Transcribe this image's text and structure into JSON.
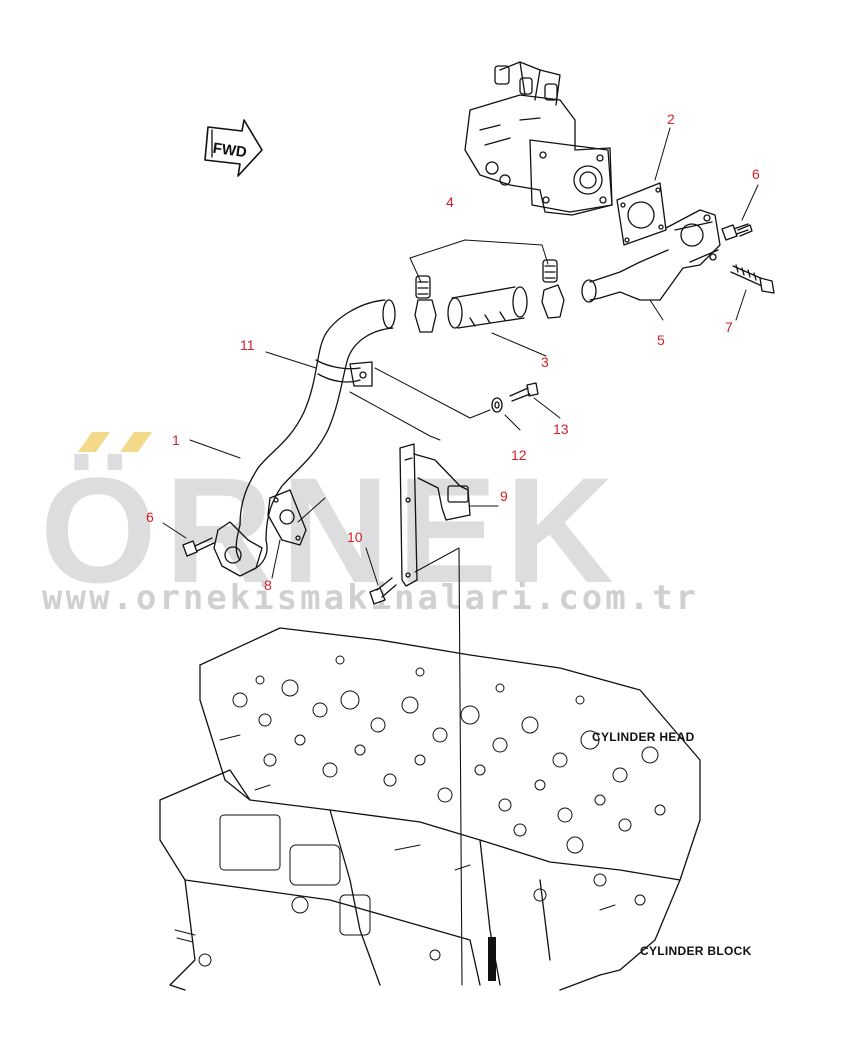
{
  "watermark": {
    "brand": "ÖRNEK",
    "url": "www.ornekismakinalari.com.tr",
    "dot_color": "#f3d98a"
  },
  "direction_arrow": {
    "text": "FWD"
  },
  "callouts": [
    "1",
    "2",
    "3",
    "4",
    "5",
    "6",
    "6",
    "7",
    "8",
    "9",
    "10",
    "11",
    "12",
    "13"
  ],
  "labels": {
    "cylinder_head": "CYLINDER HEAD",
    "cylinder_block": "CYLINDER BLOCK"
  },
  "colors": {
    "callout": "#d1202a",
    "line": "#111111"
  }
}
